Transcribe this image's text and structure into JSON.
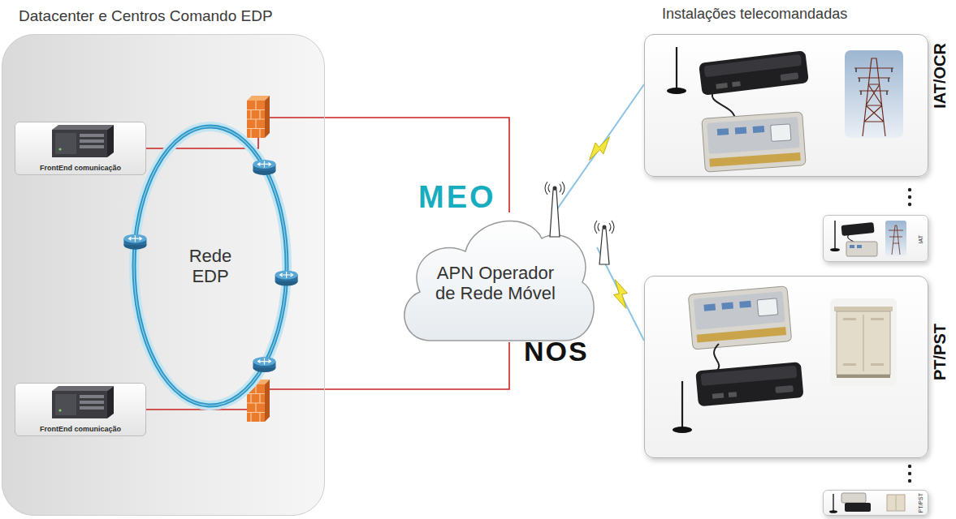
{
  "diagram": {
    "nodes": [
      {
        "text": [
          "Datacenter e Centros Comando EDP"
        ]
      },
      {
        "text": [
          "FrontEnd comunicação"
        ],
        "in": 0
      },
      {
        "text": [
          "Rede EDP"
        ],
        "in": 0
      },
      {
        "text": [
          "FrontEnd comunicação"
        ],
        "in": 0
      },
      {
        "text": [
          "APN Operador de Rede Móvel"
        ]
      },
      {
        "text": [
          "IAT/OCR"
        ]
      },
      {
        "text": [
          "IAT"
        ]
      },
      {
        "text": [
          "PT/PST"
        ]
      },
      {
        "text": [
          "PT/PST"
        ]
      }
    ],
    "edges": [
      {
        "from": 1,
        "to": 4,
        "arrow": "none"
      },
      {
        "from": 3,
        "to": 4,
        "arrow": "none"
      },
      {
        "from": 4,
        "to": 5,
        "arrow": "none"
      },
      {
        "from": 4,
        "to": 7,
        "arrow": "none"
      }
    ],
    "labels": [
      "Instalações telecomandadas",
      "MEO",
      "NOS"
    ]
  }
}
